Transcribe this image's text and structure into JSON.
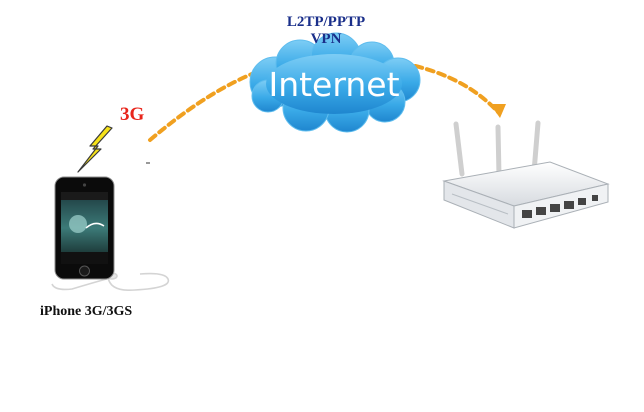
{
  "diagram": {
    "tunnel_line1": "L2TP/PPTP",
    "tunnel_line2": "VPN",
    "cloud_label": "Internet",
    "link_label": "3G",
    "device_label": "iPhone 3G/3GS",
    "colors": {
      "arc": "#f0a020",
      "cloud": "#3aaae8",
      "tunnel_text": "#1a2f8a",
      "link_text": "#e8251b",
      "lightning": "#f6e21a"
    },
    "icons": [
      "iphone-icon",
      "earphones-icon",
      "lightning-icon",
      "cloud-icon",
      "router-icon"
    ]
  }
}
